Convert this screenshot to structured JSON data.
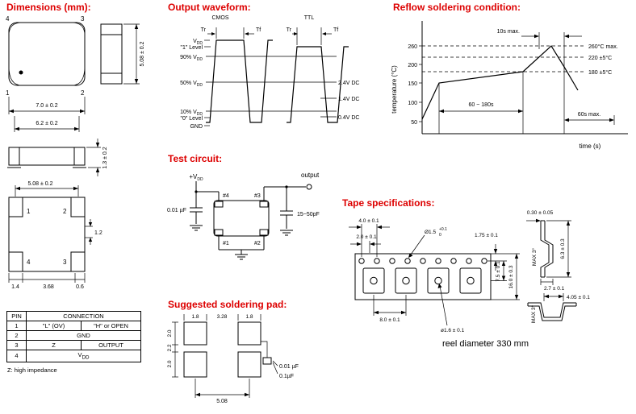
{
  "meta": {
    "accent_red": "#dd0000",
    "ink": "#000000",
    "background": "#ffffff"
  },
  "dimensions": {
    "title": "Dimensions (mm):",
    "top_view": {
      "pin_tl": "4",
      "pin_tr": "3",
      "pin_bl": "1",
      "pin_br": "2"
    },
    "side_height": "5.08 ± 0.2",
    "width_outer": "7.0 ± 0.2",
    "width_inner": "6.2 ± 0.2",
    "profile_height": "1.3 ± 0.2",
    "bottom_view": {
      "pad_pitch": "5.08 ± 0.2",
      "pin_tl": "1",
      "pin_tr": "2",
      "pin_bl": "4",
      "pin_br": "3",
      "pad_height": "1.2",
      "pad_width": "1.4",
      "pad_gap": "3.68",
      "pad_edge": "0.6"
    },
    "pin_table": {
      "header_pin": "PIN",
      "header_conn": "CONNECTION",
      "rows": [
        {
          "pin": "1",
          "a": "\"L\" (OV)",
          "b": "\"H\" or OPEN"
        },
        {
          "pin": "2",
          "a": "GND"
        },
        {
          "pin": "3",
          "a": "Z",
          "b": "OUTPUT"
        },
        {
          "pin": "4",
          "a": "V",
          "a_sub": "DD"
        }
      ],
      "footnote": "Z: high impedance"
    }
  },
  "waveform": {
    "title": "Output waveform:",
    "cmos_label": "CMOS",
    "ttl_label": "TTL",
    "tr_label": "Tr",
    "tf_label": "Tf",
    "levels": [
      {
        "base": "V",
        "sub": "DD"
      },
      {
        "base": "\"1\" Level",
        "sub": ""
      },
      {
        "base": "90% V",
        "sub": "DD"
      },
      {
        "base": "50% V",
        "sub": "DD"
      },
      {
        "base": "10% V",
        "sub": "DD"
      },
      {
        "base": "\"0\" Level",
        "sub": ""
      },
      {
        "base": "GND",
        "sub": ""
      }
    ],
    "right_levels": [
      "2.4V DC",
      "1.4V DC",
      "0.4V DC"
    ]
  },
  "test_circuit": {
    "title": "Test circuit:",
    "supply": {
      "base": "+V",
      "sub": "DD"
    },
    "output_label": "output",
    "decoupling_cap": "0.01 µF",
    "load_cap": "15~50pF",
    "pin4": "#4",
    "pin3": "#3",
    "pin1": "#1",
    "pin2": "#2"
  },
  "reflow": {
    "title": "Reflow soldering condition:",
    "ylabel": "temperature (°C)",
    "xlabel": "time (s)",
    "yticks": [
      "260",
      "200",
      "150",
      "100",
      "50"
    ],
    "ann_10s": "10s max.",
    "ann_260": "260°C max.",
    "ann_220": "220 ±5°C",
    "ann_180": "180 ±5°C",
    "ann_soak": "60 ~ 180s",
    "ann_cool": "60s max."
  },
  "tape": {
    "title": "Tape specifications:",
    "hole_pitch": "4.0 ± 0.1",
    "hole_to_pocket": "2.0 ± 0.1",
    "hole_dia": "Ø1.5",
    "hole_dia_tol_up": "+0.1",
    "hole_dia_tol_dn": "0",
    "edge_to_hole": "1.75 ± 0.1",
    "hole_to_pocket_center": "7.5 ± 0.1",
    "tape_width": "16.0 ± 0.3",
    "pocket_pitch": "8.0 ± 0.1",
    "pocket_hole_dia": "ø1.6 ± 0.1",
    "cover_thickness": "0.30 ± 0.05",
    "section_height": "6.3 ± 0.3",
    "draft_angle": "MAX 3°",
    "pocket_depth": "2.7 ± 0.1",
    "pocket_width": "4.05 ± 0.1",
    "reel_note": "reel diameter 330 mm"
  },
  "soldering_pad": {
    "title": "Suggested soldering pad:",
    "top_dims": [
      "1.8",
      "3.28",
      "1.8"
    ],
    "side_dims": [
      "2.0",
      "2.2",
      "2.0"
    ],
    "bottom_dim": "5.08",
    "cap_values": [
      "0.01 µF",
      "0.1µF"
    ]
  },
  "chart_data": {
    "type": "line",
    "title": "Reflow soldering condition",
    "xlabel": "time (s)",
    "ylabel": "temperature (°C)",
    "yticks": [
      50,
      100,
      150,
      200,
      260
    ],
    "reference_lines_c": [
      260,
      220,
      180
    ],
    "series": [
      {
        "name": "reflow profile",
        "points": [
          {
            "t": 0,
            "temp": 50
          },
          {
            "t": 30,
            "temp": 150
          },
          {
            "t": 180,
            "temp": 180
          },
          {
            "t": 215,
            "temp": 260
          },
          {
            "t": 230,
            "temp": 210
          },
          {
            "t": 250,
            "temp": 130
          }
        ]
      }
    ],
    "annotations": [
      "10s max.",
      "260°C max.",
      "220 ±5°C",
      "180 ±5°C",
      "60 ~ 180s",
      "60s max."
    ]
  }
}
